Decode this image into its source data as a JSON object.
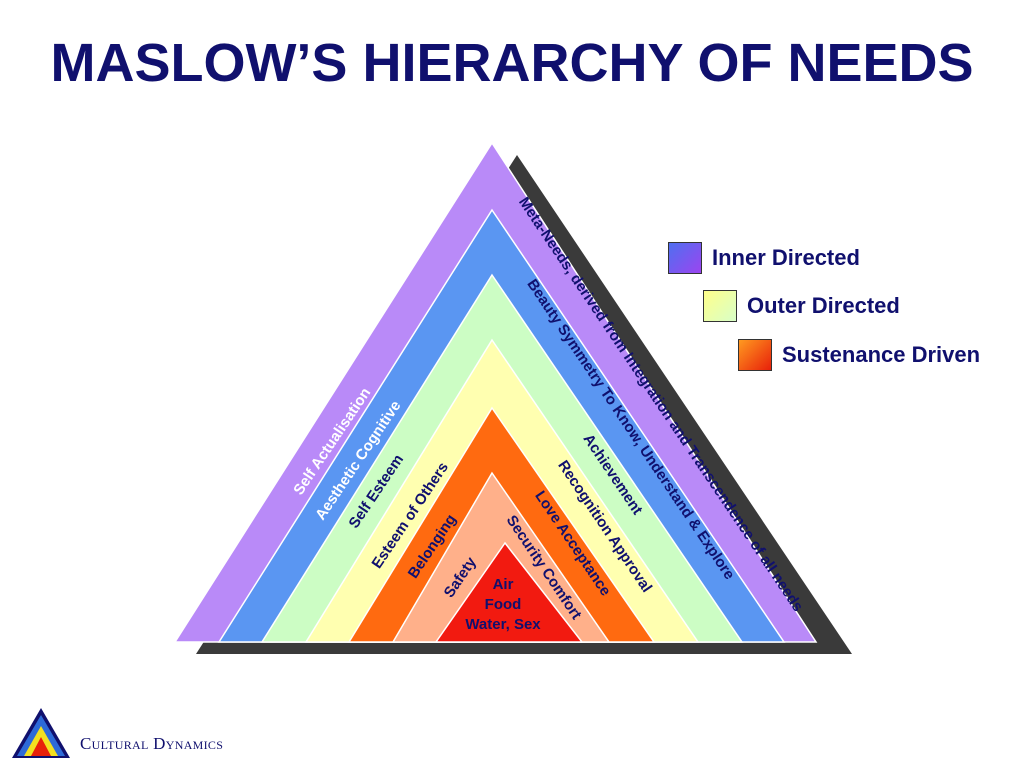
{
  "title": "MASLOW’S HIERARCHY OF NEEDS",
  "layers": [
    {
      "left_label": "Self Actualisation",
      "right_label": "Meta-Needs, derived from Integration and Transcendence of all needs"
    },
    {
      "left_label": "Aesthetic  Cognitive",
      "right_label": "Beauty  Symmetry  To Know, Understand & Explore"
    },
    {
      "left_label": "Self Esteem",
      "right_label": "Achievement"
    },
    {
      "left_label": "Esteem of Others",
      "right_label": "Recognition  Approval"
    },
    {
      "left_label": "Belonging",
      "right_label": "Love  Acceptance"
    },
    {
      "left_label": "Safety",
      "right_label": "Security  Comfort"
    }
  ],
  "apex_lines": [
    "Air",
    "Food",
    "Water, Sex"
  ],
  "legend": [
    {
      "label": "Inner Directed",
      "color_a": "#4f6ff0",
      "color_b": "#9b45f0"
    },
    {
      "label": "Outer Directed",
      "color_a": "#ffff8a",
      "color_b": "#d8ffc8"
    },
    {
      "label": "Sustenance Driven",
      "color_a": "#ff9a20",
      "color_b": "#e8200a"
    }
  ],
  "footer": {
    "brand": "Cultural Dynamics"
  }
}
